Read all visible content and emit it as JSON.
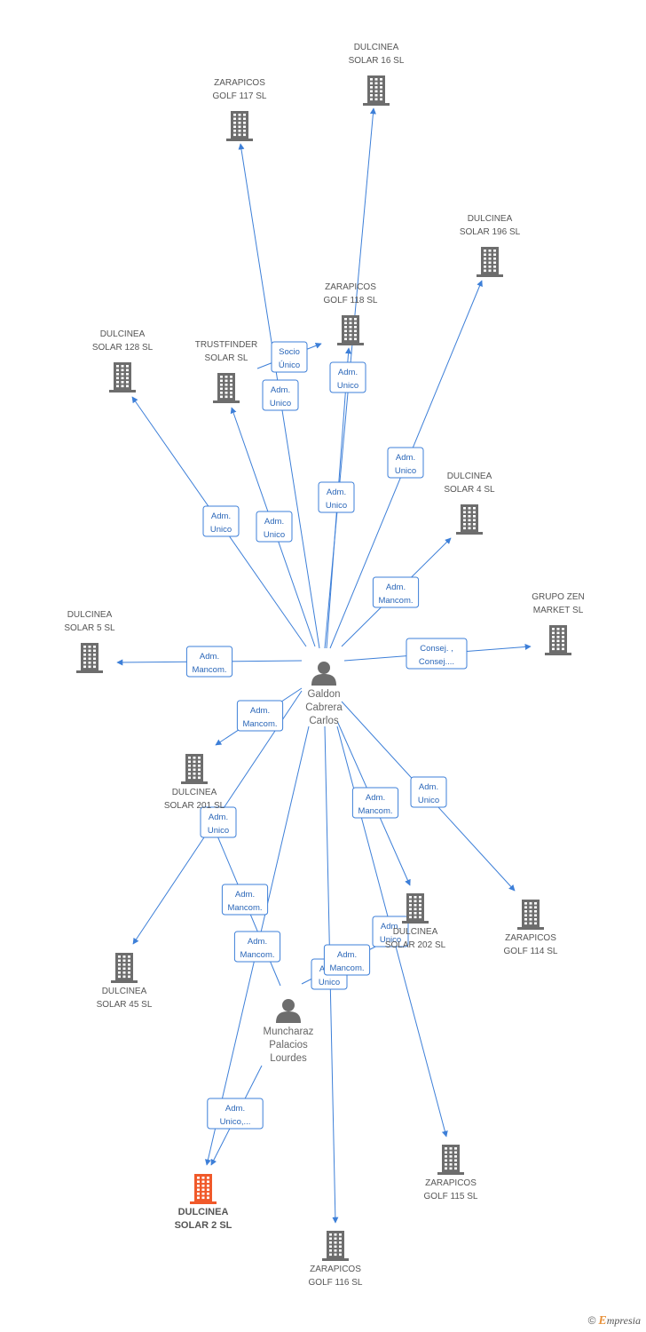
{
  "colors": {
    "edge": "#3d7fd8",
    "building": "#6d6d6d",
    "highlight": "#f0592a",
    "person": "#6d6d6d"
  },
  "people": [
    {
      "id": "carlos",
      "lines": [
        "Galdon",
        "Cabrera",
        "Carlos"
      ]
    },
    {
      "id": "lourdes",
      "lines": [
        "Muncharaz",
        "Palacios",
        "Lourdes"
      ]
    }
  ],
  "companies": [
    {
      "id": "zg117",
      "lines": [
        "ZARAPICOS",
        "GOLF 117 SL"
      ]
    },
    {
      "id": "ds16",
      "lines": [
        "DULCINEA",
        "SOLAR 16 SL"
      ]
    },
    {
      "id": "ds196",
      "lines": [
        "DULCINEA",
        "SOLAR 196 SL"
      ]
    },
    {
      "id": "zg118",
      "lines": [
        "ZARAPICOS",
        "GOLF 118 SL"
      ]
    },
    {
      "id": "ds128",
      "lines": [
        "DULCINEA",
        "SOLAR 128 SL"
      ]
    },
    {
      "id": "trust",
      "lines": [
        "TRUSTFINDER",
        "SOLAR SL"
      ]
    },
    {
      "id": "ds4",
      "lines": [
        "DULCINEA",
        "SOLAR 4 SL"
      ]
    },
    {
      "id": "gzm",
      "lines": [
        "GRUPO ZEN",
        "MARKET  SL"
      ]
    },
    {
      "id": "ds5",
      "lines": [
        "DULCINEA",
        "SOLAR 5 SL"
      ]
    },
    {
      "id": "ds201",
      "lines": [
        "DULCINEA",
        "SOLAR 201 SL"
      ]
    },
    {
      "id": "ds202",
      "lines": [
        "DULCINEA",
        "SOLAR 202 SL"
      ]
    },
    {
      "id": "zg114",
      "lines": [
        "ZARAPICOS",
        "GOLF 114 SL"
      ]
    },
    {
      "id": "ds45",
      "lines": [
        "DULCINEA",
        "SOLAR 45 SL"
      ]
    },
    {
      "id": "zg115",
      "lines": [
        "ZARAPICOS",
        "GOLF 115 SL"
      ]
    },
    {
      "id": "ds2",
      "lines": [
        "DULCINEA",
        "SOLAR 2 SL"
      ],
      "highlight": true
    },
    {
      "id": "zg116",
      "lines": [
        "ZARAPICOS",
        "GOLF 116 SL"
      ]
    }
  ],
  "relations": [
    {
      "from": "carlos",
      "to": "zg117",
      "role": [
        "Adm.",
        "Unico"
      ]
    },
    {
      "from": "carlos",
      "to": "ds16",
      "role": [
        "Adm.",
        "Unico"
      ]
    },
    {
      "from": "carlos",
      "to": "ds196",
      "role": [
        "Adm.",
        "Unico"
      ]
    },
    {
      "from": "carlos",
      "to": "zg118",
      "role": [
        "Adm.",
        "Unico"
      ]
    },
    {
      "from": "trust",
      "to": "zg118",
      "role": [
        "Socio",
        "Único"
      ]
    },
    {
      "from": "carlos",
      "to": "ds128",
      "role": [
        "Adm.",
        "Unico"
      ]
    },
    {
      "from": "carlos",
      "to": "trust",
      "role": [
        "Adm.",
        "Unico"
      ]
    },
    {
      "from": "carlos",
      "to": "ds4",
      "role": [
        "Adm.",
        "Mancom."
      ]
    },
    {
      "from": "carlos",
      "to": "gzm",
      "role": [
        "Consej. ,",
        "Consej...."
      ]
    },
    {
      "from": "carlos",
      "to": "ds5",
      "role": [
        "Adm.",
        "Mancom."
      ]
    },
    {
      "from": "carlos",
      "to": "ds201",
      "role": [
        "Adm.",
        "Mancom."
      ]
    },
    {
      "from": "carlos",
      "to": "ds45",
      "role": [
        "Adm.",
        "Unico"
      ]
    },
    {
      "from": "carlos",
      "to": "ds202",
      "role": [
        "Adm.",
        "Mancom."
      ]
    },
    {
      "from": "carlos",
      "to": "zg114",
      "role": [
        "Adm.",
        "Unico"
      ]
    },
    {
      "from": "carlos",
      "to": "zg115",
      "role": [
        "Adm.",
        "Unico"
      ]
    },
    {
      "from": "carlos",
      "to": "zg116",
      "role": [
        "Adm.",
        "Unico"
      ]
    },
    {
      "from": "carlos",
      "to": "ds2",
      "role": [
        "Adm.",
        "Mancom."
      ]
    },
    {
      "from": "lourdes",
      "to": "ds2",
      "role": [
        "Adm.",
        "Mancom."
      ]
    },
    {
      "from": "lourdes",
      "to": "ds2",
      "role": [
        "Adm.",
        "Unico,..."
      ]
    },
    {
      "from": "lourdes",
      "to": "zg115",
      "role": [
        "Adm.",
        "Mancom."
      ]
    }
  ],
  "brand": {
    "copyright": "©",
    "initial": "E",
    "rest": "mpresia"
  }
}
